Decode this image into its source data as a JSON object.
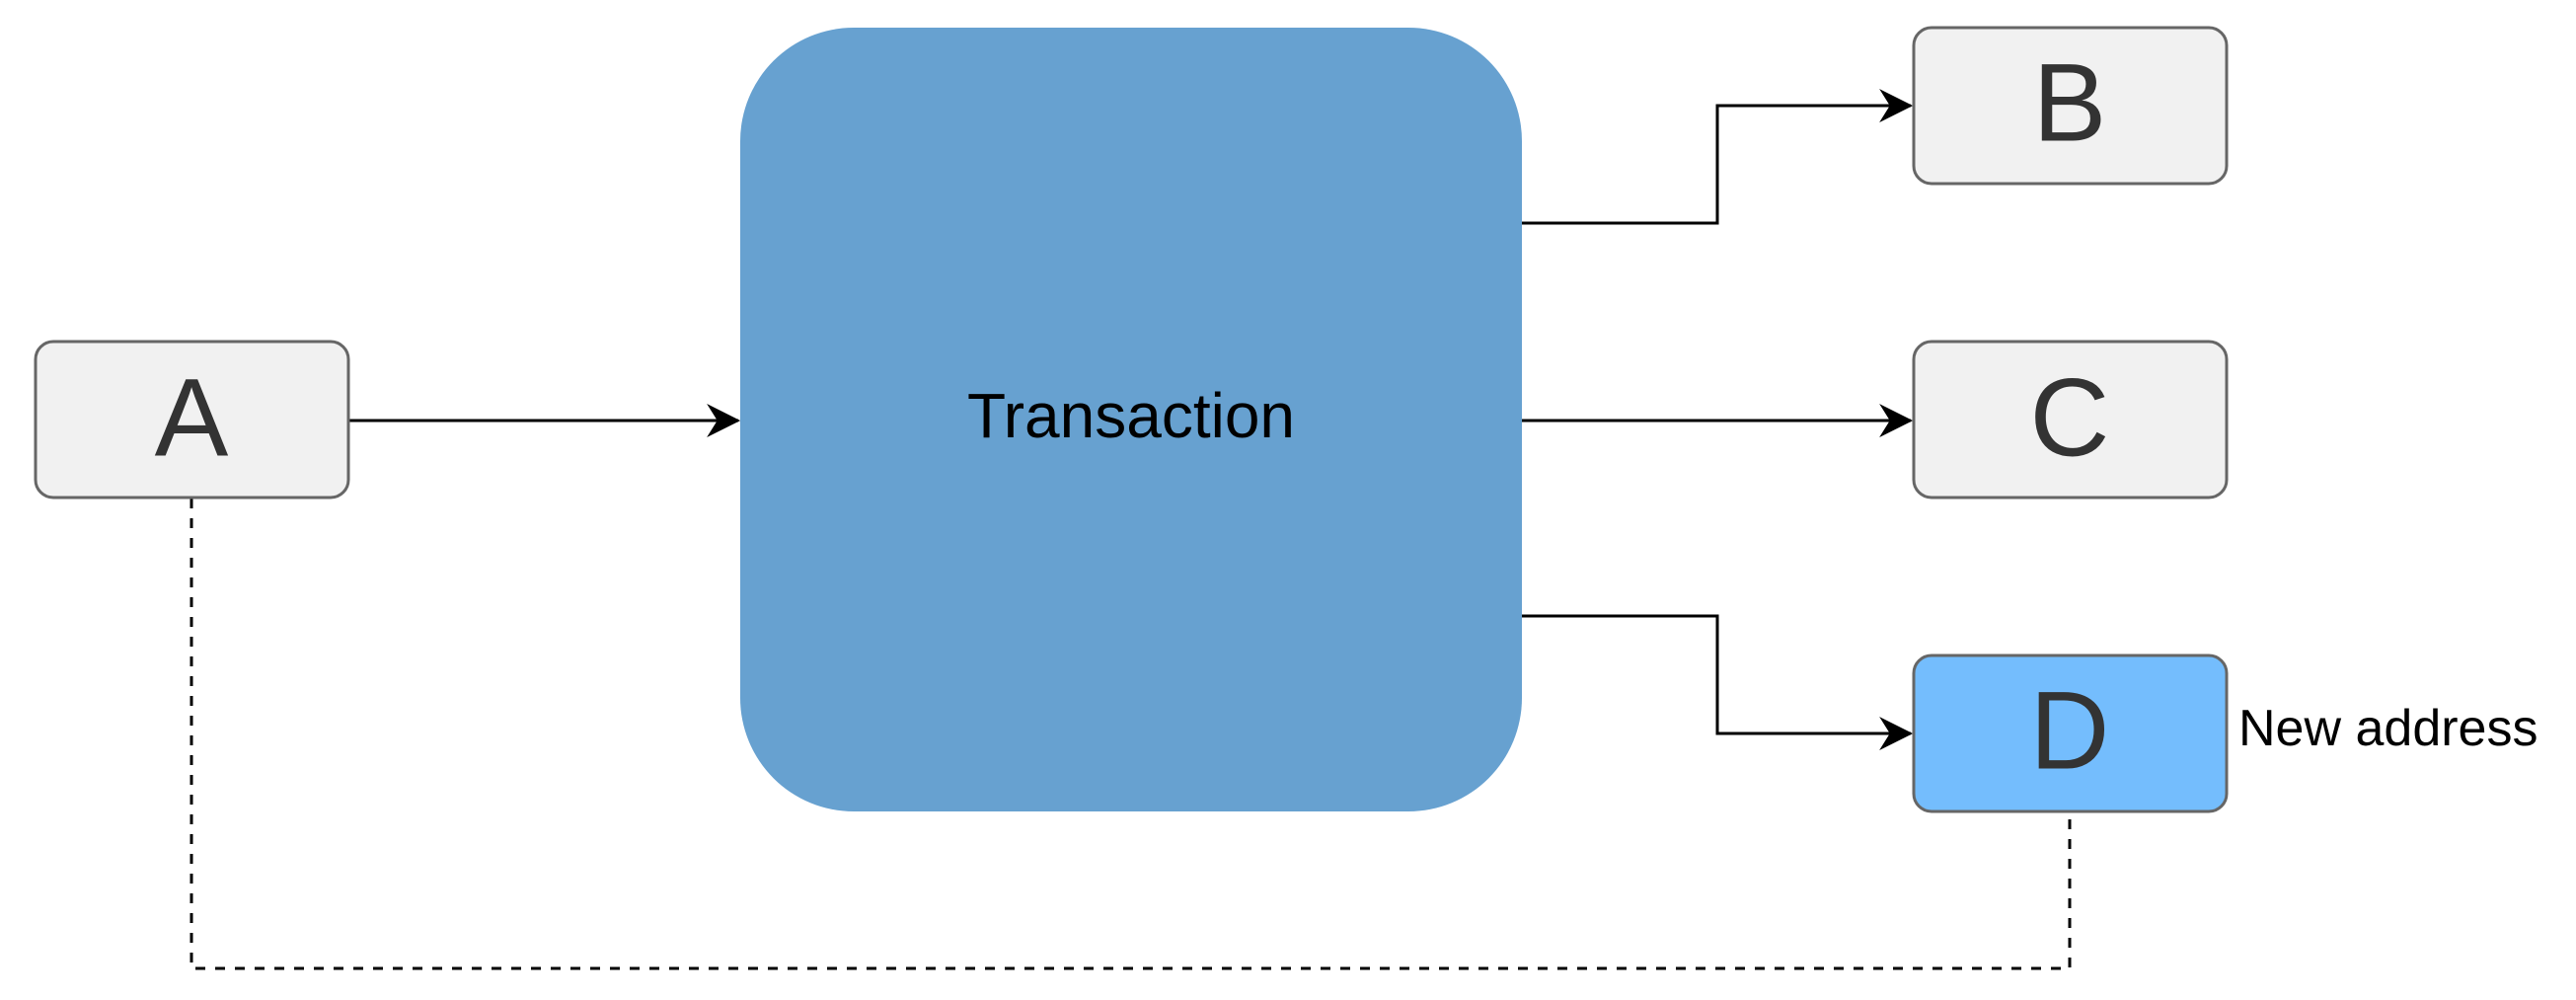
{
  "diagram": {
    "nodes": {
      "a": {
        "label": "A"
      },
      "b": {
        "label": "B"
      },
      "c": {
        "label": "C"
      },
      "d": {
        "label": "D"
      },
      "transaction": {
        "label": "Transaction"
      }
    },
    "annotations": {
      "d_note": "New address"
    },
    "colors": {
      "transaction_fill": "#67a1d0",
      "node_fill": "#f1f1f1",
      "new_address_fill": "#74bdfd",
      "node_stroke": "#666666",
      "edge": "#000000"
    }
  }
}
